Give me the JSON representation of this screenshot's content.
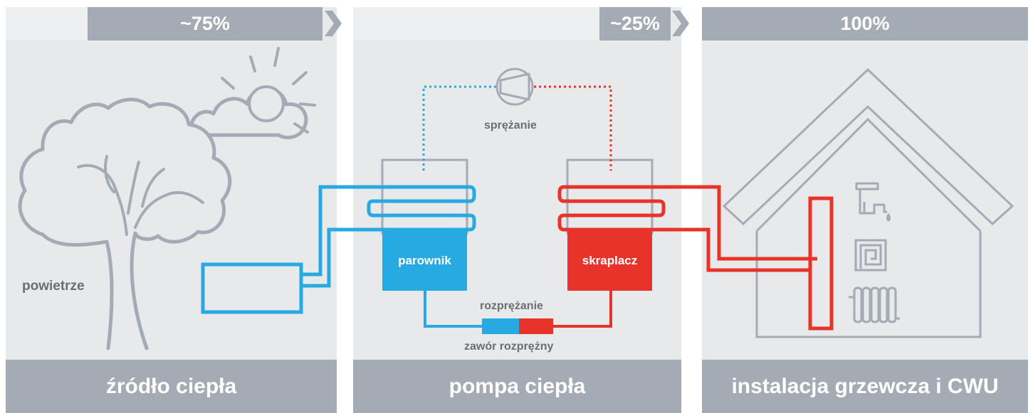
{
  "header": {
    "source_percent": "~75%",
    "pump_percent": "~25%",
    "output_percent": "100%"
  },
  "footer": {
    "source_label": "źródło ciepła",
    "pump_label": "pompa ciepła",
    "installation_label": "instalacja grzewcza i CWU"
  },
  "labels": {
    "air": "powietrze",
    "compression": "sprężanie",
    "evaporator": "parownik",
    "condenser": "skraplacz",
    "expansion": "rozprężanie",
    "expansion_valve": "zawór rozprężny"
  },
  "colors": {
    "cold": "#27a9e1",
    "hot": "#e8332b",
    "outline": "#a4abb4",
    "panel": "#e8e9eb"
  },
  "icons": [
    "tree-icon",
    "sun-icon",
    "cloud-icon",
    "compressor-icon",
    "house-icon",
    "faucet-icon",
    "floor-heating-icon",
    "radiator-icon"
  ]
}
